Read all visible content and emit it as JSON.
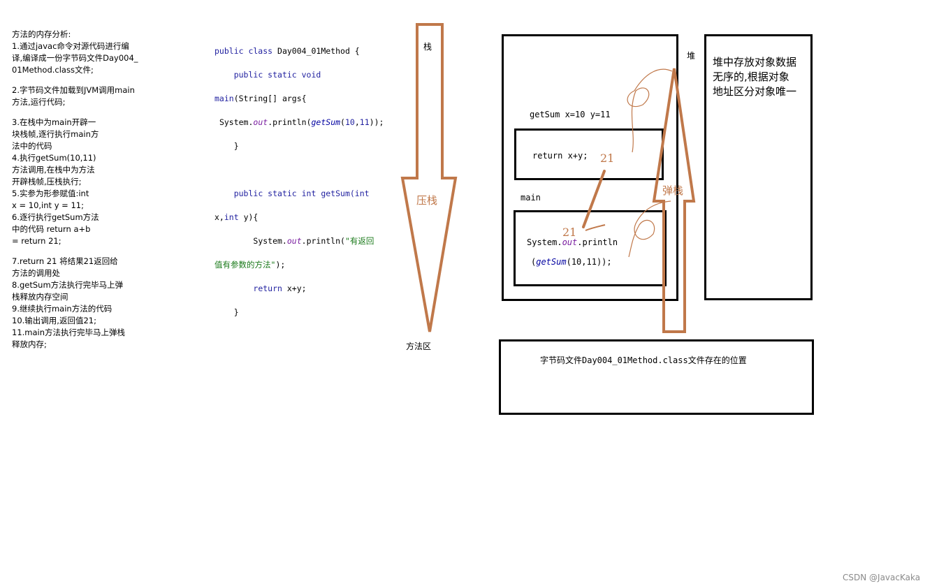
{
  "notes": {
    "lines": [
      "方法的内存分析:",
      "1.通过javac命令对源代码进行编",
      "译,编译成一份字节码文件Day004_",
      "01Method.class文件;",
      "",
      "2.字节码文件加载到JVM调用main",
      "方法,运行代码;",
      "",
      "3.在栈中为main开辟一",
      "块栈帧,逐行执行main方",
      "法中的代码",
      "4.执行getSum(10,11)",
      "方法调用,在栈中为方法",
      "开辟栈帧,压栈执行;",
      "5.实参为形参赋值:int",
      "x = 10,int y = 11;",
      "6.逐行执行getSum方法",
      "中的代码 return a+b",
      "= return 21;",
      "",
      "7.return 21 将结果21返回给",
      "方法的调用处",
      "8.getSum方法执行完毕马上弹",
      "栈释放内存空间",
      "9.继续执行main方法的代码",
      "10.输出调用,返回值21;",
      "11.main方法执行完毕马上弹栈",
      "释放内存;"
    ]
  },
  "code": {
    "line1_kw": "public class",
    "line1_rest": " Day004_01Method {",
    "line2": "public static void",
    "line3_main": "main",
    "line3_rest": "(String[] args{",
    "line4_a": "System.",
    "line4_out": "out",
    "line4_b": ".println(",
    "line4_call": "getSum",
    "line4_c": "(",
    "line4_n1": "10",
    "line4_comma": ",",
    "line4_n2": "11",
    "line4_d": "));",
    "line5": "}",
    "line6_kw": "public static int",
    "line6_rest": " getSum(int",
    "line7_a": "x,",
    "line7_kw": "int",
    "line7_b": " y){",
    "line8_a": "System.",
    "line8_out": "out",
    "line8_b": ".println(",
    "line8_str": "\"有返回",
    "line9_str": "值有参数的方法\"",
    "line9_b": ");",
    "line10_kw": "return",
    "line10_rest": " x+y;",
    "line11": "}"
  },
  "stack": {
    "top_label": "栈",
    "push_label": "压栈",
    "bottom_label": "方法区",
    "pop_label": "弹栈"
  },
  "heap": {
    "label": "堆",
    "description": "堆中存放对象数据\n无序的,根据对象\n地址区分对象唯一"
  },
  "frames": {
    "getsum_header": "getSum x=10 y=11",
    "getsum_code": "return x+y;",
    "main_header": "main",
    "main_code_line1_a": "System.",
    "main_code_line1_out": "out",
    "main_code_line1_b": ".println",
    "main_code_line2_a": "(",
    "main_code_line2_call": "getSum",
    "main_code_line2_b": "(10,11));",
    "result_upper": "21",
    "result_lower": "21"
  },
  "method_area": {
    "text": "字节码文件Day004_01Method.class文件存在的位置"
  },
  "watermark": "CSDN @JavacKaka",
  "colors": {
    "arrow": "#c0784a",
    "box_border": "#000000"
  }
}
